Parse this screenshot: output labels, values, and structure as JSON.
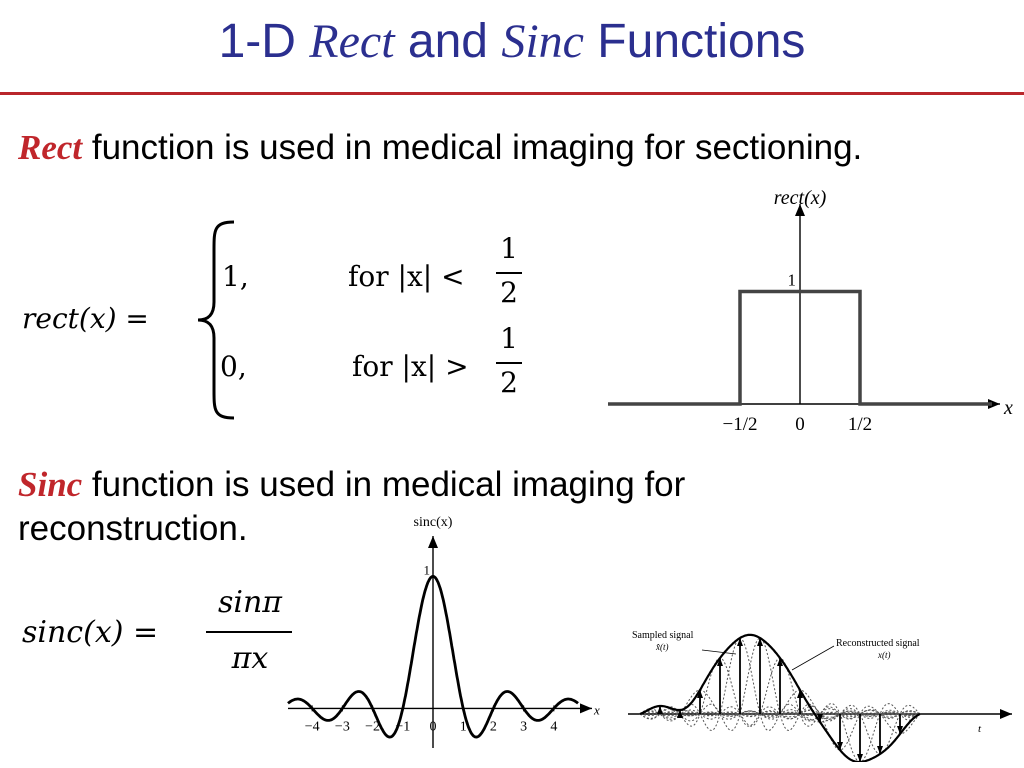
{
  "title": {
    "prefix": "1-D",
    "word1": "Rect",
    "middle": "and",
    "word2": "Sinc",
    "suffix": "Functions"
  },
  "rect_section": {
    "keyword": "Rect",
    "text": " function is used in medical imaging for sectioning.",
    "formula": {
      "lhs": "rect(x) =",
      "case1_value": "1,",
      "case1_cond": "for |x| <",
      "case1_num": "1",
      "case1_den": "2",
      "case2_value": "0,",
      "case2_cond": "for |x| >",
      "case2_num": "1",
      "case2_den": "2"
    }
  },
  "sinc_section": {
    "keyword": "Sinc",
    "text": " function is used in medical imaging for reconstruction.",
    "formula": {
      "lhs": "sinc(x) =",
      "numerator": "sinπ",
      "denominator": "πx"
    }
  },
  "chart_data": [
    {
      "type": "line",
      "ylabel": "rect(x)",
      "xlabel": "x",
      "x_ticks": [
        "−1/2",
        "0",
        "1/2"
      ],
      "y_ticks": [
        "1"
      ],
      "x": [
        -1.6,
        -0.5,
        -0.5,
        0.5,
        0.5,
        1.6
      ],
      "y": [
        0,
        0,
        1,
        1,
        0,
        0
      ],
      "xlim": [
        -1.6,
        1.6
      ],
      "ylim": [
        0,
        1.6
      ]
    },
    {
      "type": "line",
      "ylabel": "sinc(x)",
      "xlabel": "x",
      "x_ticks": [
        "−4",
        "−3",
        "−2",
        "−1",
        "0",
        "1",
        "2",
        "3",
        "4"
      ],
      "y_ticks": [
        "1"
      ],
      "function": "sin(pi*x)/(pi*x)",
      "xlim": [
        -4.8,
        4.8
      ],
      "ylim": [
        -0.3,
        1.2
      ]
    },
    {
      "type": "line",
      "xlabel": "t",
      "annotations": [
        {
          "text": "Sampled signal",
          "sub": "x̂(t)"
        },
        {
          "text": "Reconstructed signal",
          "sub": "x(t)"
        }
      ],
      "sample_times": [
        -5,
        -4,
        -3,
        -2,
        -1,
        0,
        1,
        2,
        3,
        4,
        5,
        6,
        7
      ],
      "sample_values": [
        0.1,
        0.05,
        0.3,
        0.7,
        0.95,
        0.95,
        0.7,
        0.3,
        -0.1,
        -0.45,
        -0.6,
        -0.5,
        -0.25
      ]
    }
  ]
}
